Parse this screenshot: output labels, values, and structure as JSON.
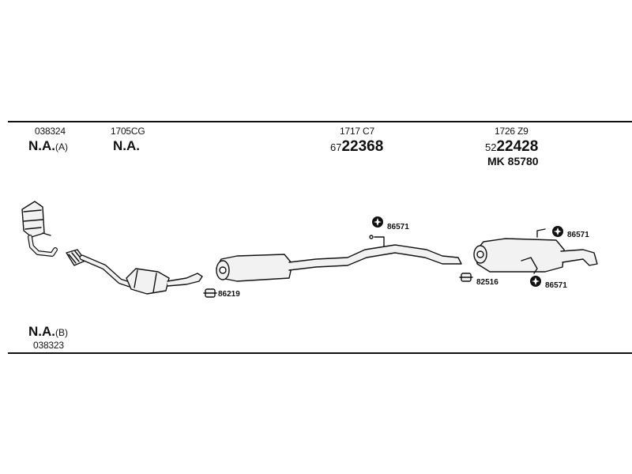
{
  "header": {
    "col1": {
      "code": "038324",
      "na": "N.A.",
      "na_suffix": "(A)"
    },
    "col2": {
      "code": "1705CG",
      "na": "N.A."
    },
    "col3": {
      "code": "1717 C7",
      "prefix": "67",
      "number": "22368"
    },
    "col4": {
      "code": "1726 Z9",
      "prefix": "52",
      "number": "22428",
      "mk": "MK 85780"
    }
  },
  "callouts": {
    "c1": "86571",
    "c2": "86219",
    "c3": "82516",
    "c4": "86571",
    "c5": "86571"
  },
  "footer": {
    "na": "N.A.",
    "na_suffix": "(B)",
    "code": "038323"
  },
  "colors": {
    "ink": "#111111",
    "background": "#ffffff"
  }
}
